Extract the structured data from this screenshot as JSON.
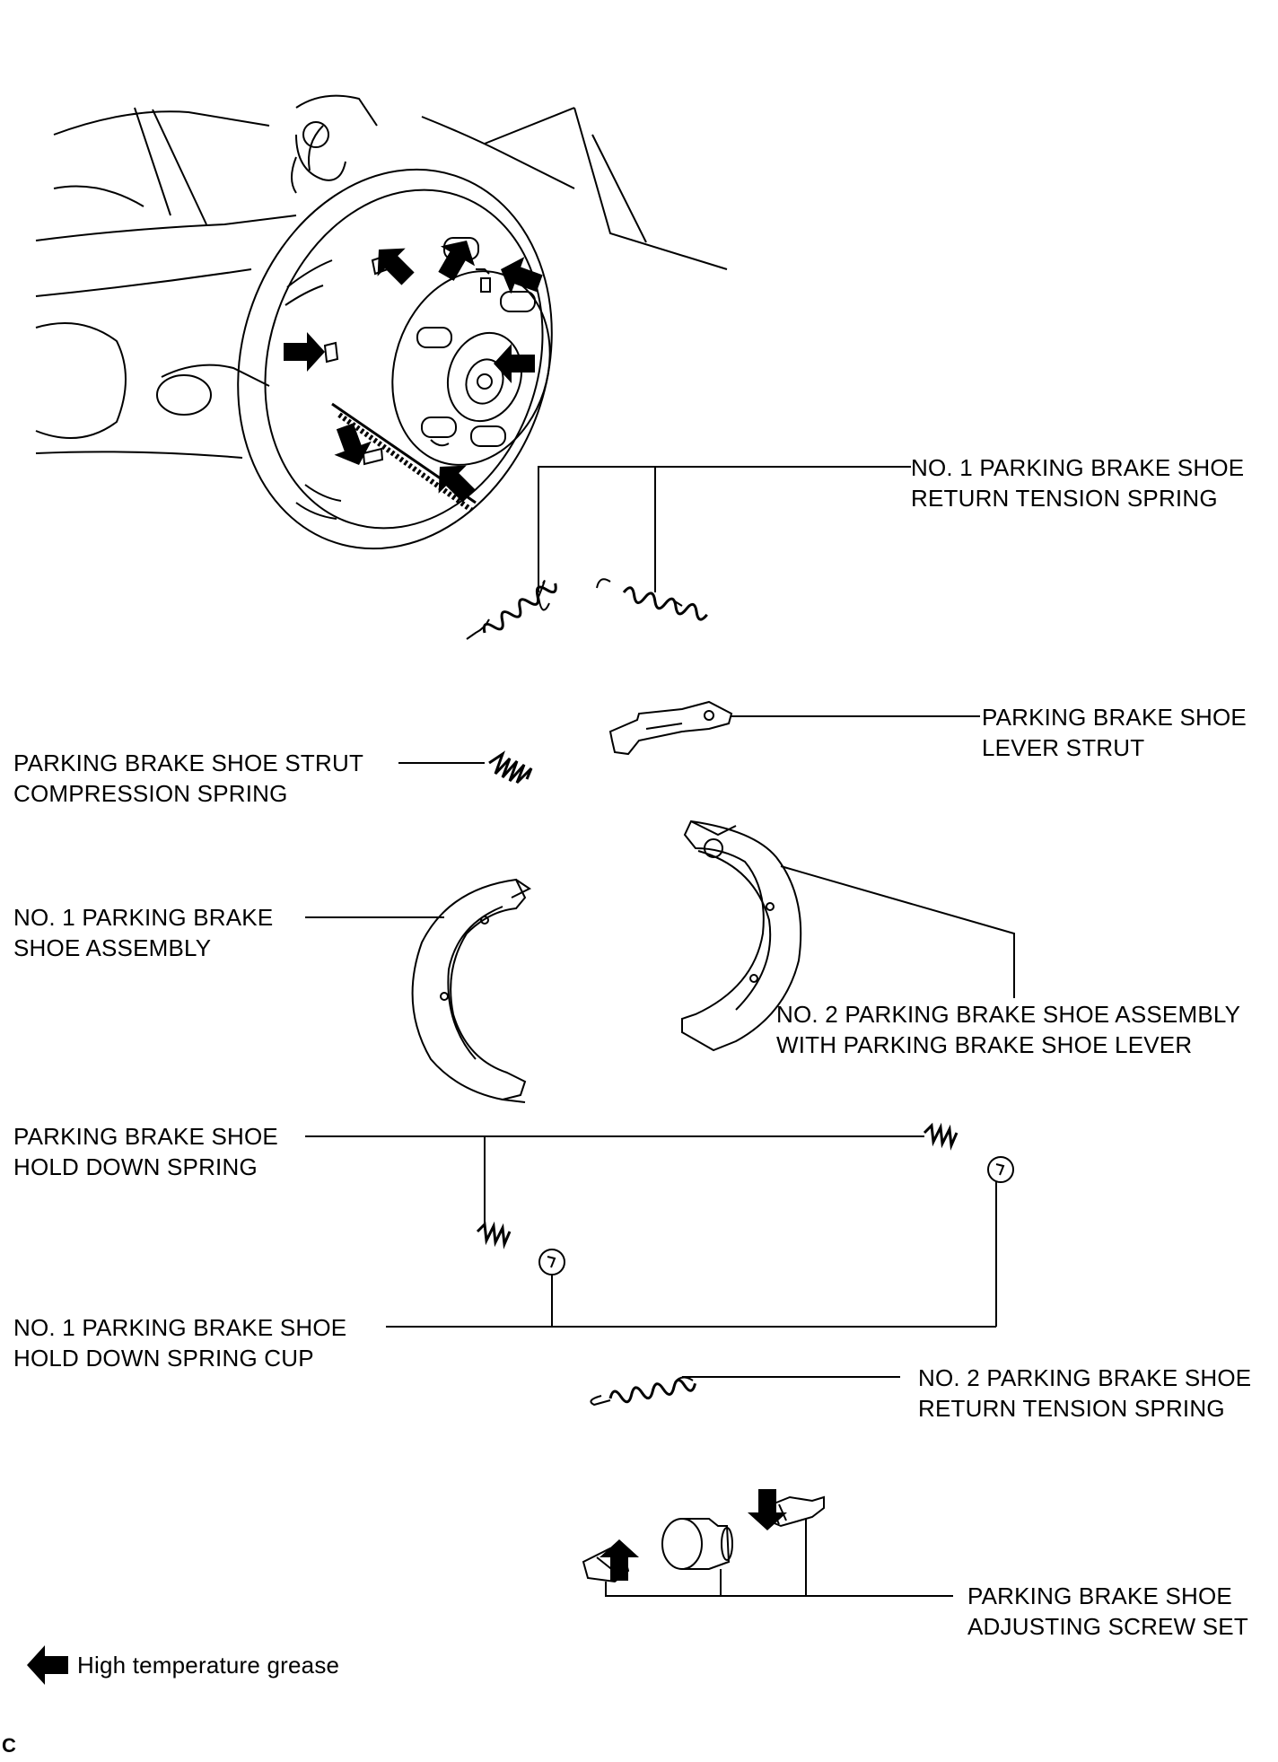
{
  "labels": {
    "no1_return_spring": [
      "NO. 1 PARKING BRAKE SHOE",
      "RETURN TENSION SPRING"
    ],
    "lever_strut": [
      "PARKING BRAKE SHOE",
      "LEVER STRUT"
    ],
    "strut_compression_spring": [
      "PARKING BRAKE SHOE STRUT",
      "COMPRESSION SPRING"
    ],
    "no1_shoe_assembly": [
      "NO. 1 PARKING BRAKE",
      "SHOE ASSEMBLY"
    ],
    "no2_shoe_assembly": [
      "NO. 2 PARKING BRAKE SHOE ASSEMBLY",
      "WITH PARKING BRAKE SHOE LEVER"
    ],
    "hold_down_spring": [
      "PARKING BRAKE SHOE",
      "HOLD DOWN SPRING"
    ],
    "hold_down_spring_cup": [
      "NO. 1 PARKING BRAKE SHOE",
      "HOLD DOWN SPRING CUP"
    ],
    "no2_return_spring": [
      "NO. 2 PARKING BRAKE SHOE",
      "RETURN TENSION SPRING"
    ],
    "adjusting_screw_set": [
      "PARKING BRAKE SHOE",
      "ADJUSTING SCREW SET"
    ]
  },
  "legend": {
    "icon": "arrow-left-icon",
    "text": "High temperature grease"
  },
  "corner_mark": "C"
}
